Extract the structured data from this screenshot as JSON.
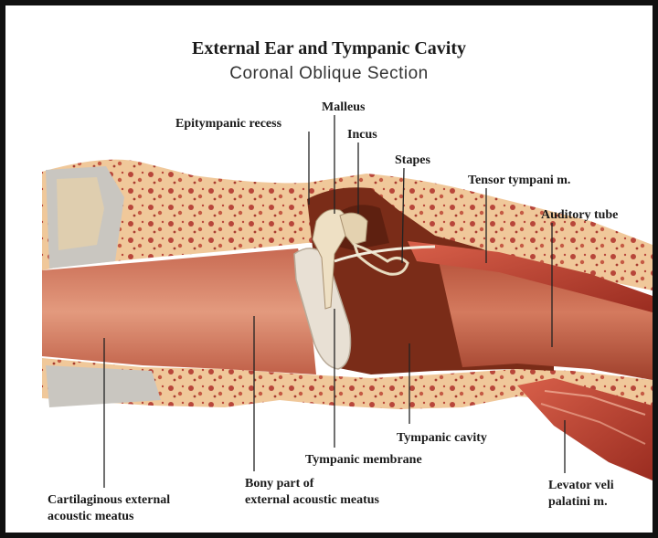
{
  "title": "External Ear and Tympanic Cavity",
  "subtitle": "Coronal Oblique Section",
  "labels": {
    "malleus": "Malleus",
    "epitympanic_recess": "Epitympanic recess",
    "incus": "Incus",
    "stapes": "Stapes",
    "tensor_tympani": "Tensor tympani m.",
    "auditory_tube": "Auditory tube",
    "tympanic_cavity": "Tympanic cavity",
    "tympanic_membrane": "Tympanic membrane",
    "bony_part_line1": "Bony part of",
    "bony_part_line2": "external acoustic meatus",
    "cartilaginous_line1": "Cartilaginous external",
    "cartilaginous_line2": "acoustic meatus",
    "levator_line1": "Levator veli",
    "levator_line2": "palatini m."
  },
  "colors": {
    "bone": "#f0c89a",
    "bone_pore": "#b8463a",
    "canal": "#d88068",
    "cavity": "#7a2c18",
    "muscle": "#c04030",
    "membrane": "#e8e0d4",
    "cartilage": "#c8c8c8"
  }
}
